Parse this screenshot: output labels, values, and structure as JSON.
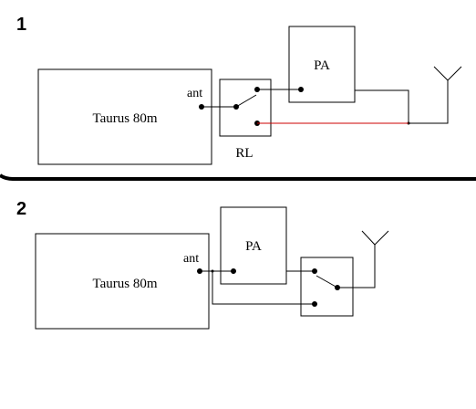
{
  "diagram1": {
    "number": "1",
    "transceiver_label": "Taurus 80m",
    "ant_label": "ant",
    "amplifier_label": "PA",
    "relay_label": "RL",
    "bypass_wire_color": "#cc0000"
  },
  "diagram2": {
    "number": "2",
    "transceiver_label": "Taurus 80m",
    "ant_label": "ant",
    "amplifier_label": "PA"
  },
  "colors": {
    "line": "#000000",
    "divider": "#000000",
    "background": "#ffffff"
  }
}
